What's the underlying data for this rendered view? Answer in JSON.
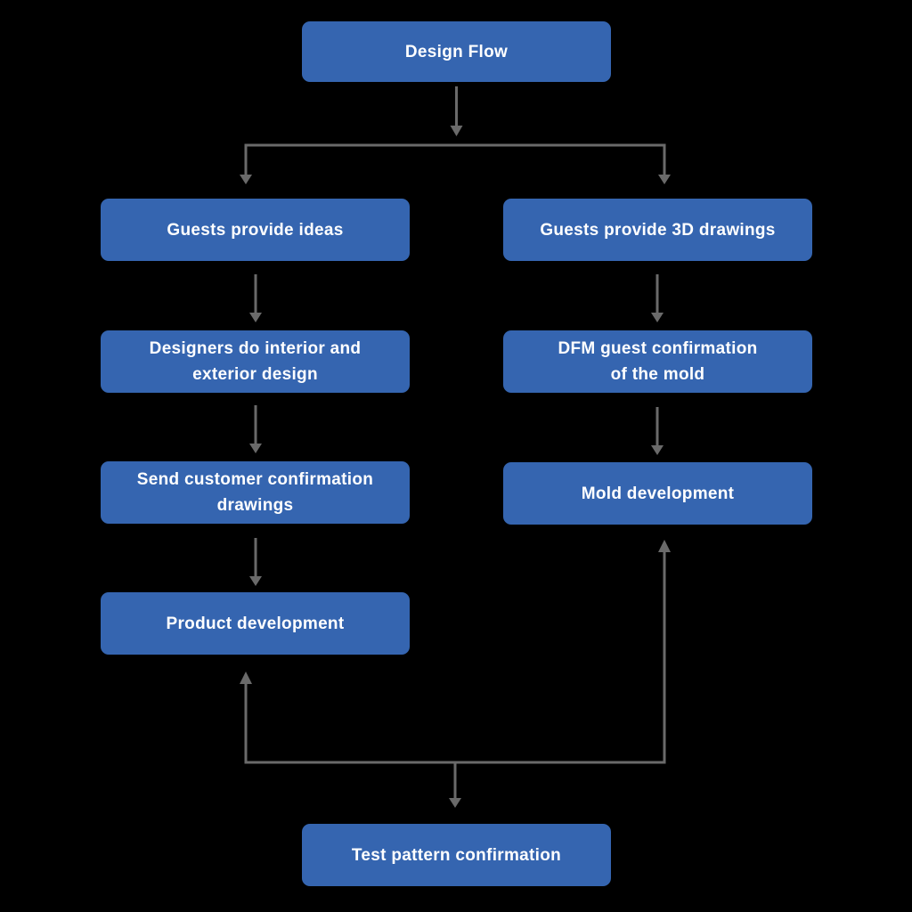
{
  "diagram": {
    "title": "Design Flow",
    "colors": {
      "background": "#000000",
      "node_fill": "#3565b0",
      "node_text": "#ffffff",
      "arrow": "#6a6a6a"
    },
    "nodes": {
      "design_flow": {
        "lines": [
          "Design Flow"
        ]
      },
      "guests_ideas": {
        "lines": [
          "Guests provide ideas"
        ]
      },
      "guests_3d": {
        "lines": [
          "Guests provide 3D drawings"
        ]
      },
      "interior_exterior": {
        "lines": [
          "Designers do interior and",
          "exterior design"
        ]
      },
      "dfm_confirmation": {
        "lines": [
          "DFM guest confirmation",
          "of the mold"
        ]
      },
      "send_drawings": {
        "lines": [
          "Send customer confirmation",
          "drawings"
        ]
      },
      "mold_dev": {
        "lines": [
          "Mold development"
        ]
      },
      "product_dev": {
        "lines": [
          "Product development"
        ]
      },
      "test_pattern": {
        "lines": [
          "Test pattern confirmation"
        ]
      }
    },
    "edges": [
      {
        "from": "design_flow",
        "to": "guests_ideas"
      },
      {
        "from": "design_flow",
        "to": "guests_3d"
      },
      {
        "from": "guests_ideas",
        "to": "interior_exterior"
      },
      {
        "from": "interior_exterior",
        "to": "send_drawings"
      },
      {
        "from": "send_drawings",
        "to": "product_dev"
      },
      {
        "from": "guests_3d",
        "to": "dfm_confirmation"
      },
      {
        "from": "dfm_confirmation",
        "to": "mold_dev"
      },
      {
        "from": "feedback_junction",
        "to": "product_dev"
      },
      {
        "from": "feedback_junction",
        "to": "mold_dev"
      },
      {
        "from": "feedback_junction",
        "to": "test_pattern"
      }
    ]
  }
}
